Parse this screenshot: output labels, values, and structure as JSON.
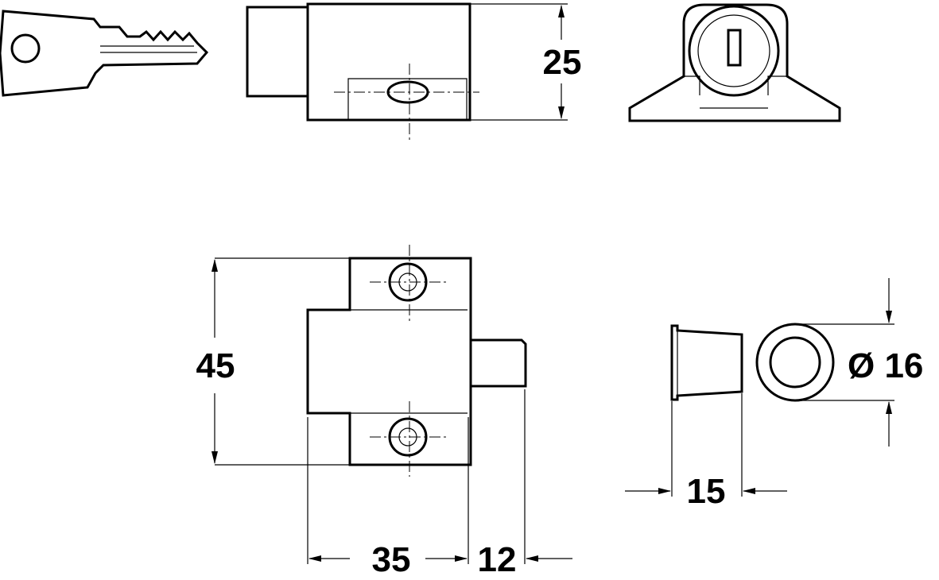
{
  "dimensions": {
    "height_top": "25",
    "height_front": "45",
    "body_length": "35",
    "bolt_projection": "12",
    "keep_depth": "15",
    "keep_diameter": "Ø 16"
  }
}
